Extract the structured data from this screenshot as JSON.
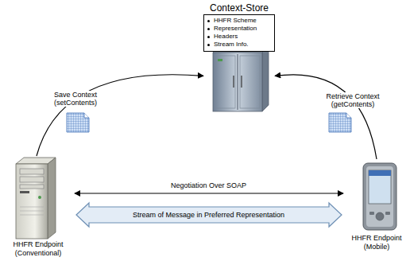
{
  "diagram": {
    "nodes": [
      {
        "text": [
          "Context-Store",
          "HHFR Scheme",
          "Representation",
          "Headers",
          "Stream Info."
        ]
      },
      {
        "text": [
          "HHFR Endpoint (Conventional)"
        ]
      },
      {
        "text": [
          "HHFR Endpoint (Mobile)"
        ]
      }
    ],
    "edges": [
      {
        "from": 1,
        "to": 0,
        "label": "Save Context (setContents)",
        "arrow": "to"
      },
      {
        "from": 2,
        "to": 0,
        "label": "Retrieve Context (getContents)",
        "arrow": "to"
      },
      {
        "from": 1,
        "to": 2,
        "label": "Negotiation Over SOAP",
        "arrow": "both"
      },
      {
        "from": 1,
        "to": 2,
        "label": "Stream of Message in Preferred Representation",
        "arrow": "both"
      }
    ]
  }
}
